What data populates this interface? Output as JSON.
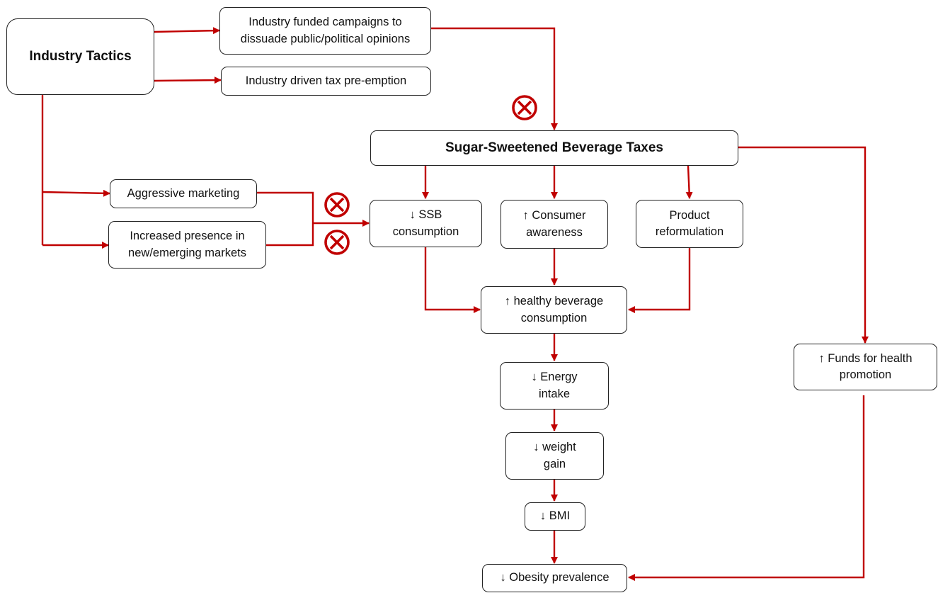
{
  "diagram": {
    "accent_color": "#c00000",
    "nodes": {
      "industry_tactics": "Industry Tactics",
      "funded_campaigns": "Industry funded campaigns to\ndissuade public/political opinions",
      "tax_preemption": "Industry driven tax pre-emption",
      "ssb_taxes": "Sugar-Sweetened Beverage Taxes",
      "aggressive_marketing": "Aggressive marketing",
      "emerging_markets": "Increased presence in\nnew/emerging markets",
      "ssb_consumption": "↓ SSB\nconsumption",
      "consumer_awareness": "↑ Consumer\nawareness",
      "product_reformulation": "Product\nreformulation",
      "healthy_beverage": "↑ healthy beverage\nconsumption",
      "energy_intake": "↓ Energy\nintake",
      "weight_gain": "↓ weight\ngain",
      "bmi": "↓ BMI",
      "obesity": "↓ Obesity prevalence",
      "funds_health": "↑ Funds for health\npromotion"
    },
    "block_icons": [
      "blocked-icon",
      "blocked-icon",
      "blocked-icon"
    ]
  }
}
